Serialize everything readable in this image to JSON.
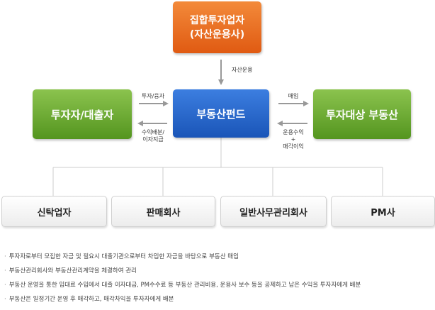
{
  "boxes": {
    "amc_line1": "집합투자업자",
    "amc_line2": "(자산운용사)",
    "fund": "부동산펀드",
    "investor": "투자자/대출자",
    "target": "투자대상 부동산"
  },
  "labels": {
    "operate": "자산운용",
    "invest_loan": "투자/융자",
    "profit_line1": "수익배분/",
    "profit_line2": "이자지급",
    "buy": "매입",
    "income": "운용수익",
    "plus": "+",
    "sale_gain": "매각이익"
  },
  "entities": [
    "신탁업자",
    "판매회사",
    "일반사무관리회사",
    "PM사"
  ],
  "notes": [
    "투자자로부터 모집한 자금 및 필요시 대출기관으로부터 차입한 자금을 바탕으로 부동산 매입",
    "부동산관리회사와 부동산관리계약을 체결하여 관리",
    "부동산 운영을 통한 임대료 수입에서 대출 이자대금, PM수수료 등 부동산 관리비용, 운용사 보수 등을 공제하고 남은 수익을 투자자에게 배분",
    "부동산은 일정기간 운영 후 매각하고, 매각차익을 투자자에게 배분"
  ],
  "colors": {
    "amc": "#e8681e",
    "fund": "#2566cc",
    "side": "#6aab2e",
    "arrow": "#999999",
    "connector": "#cccccc"
  }
}
